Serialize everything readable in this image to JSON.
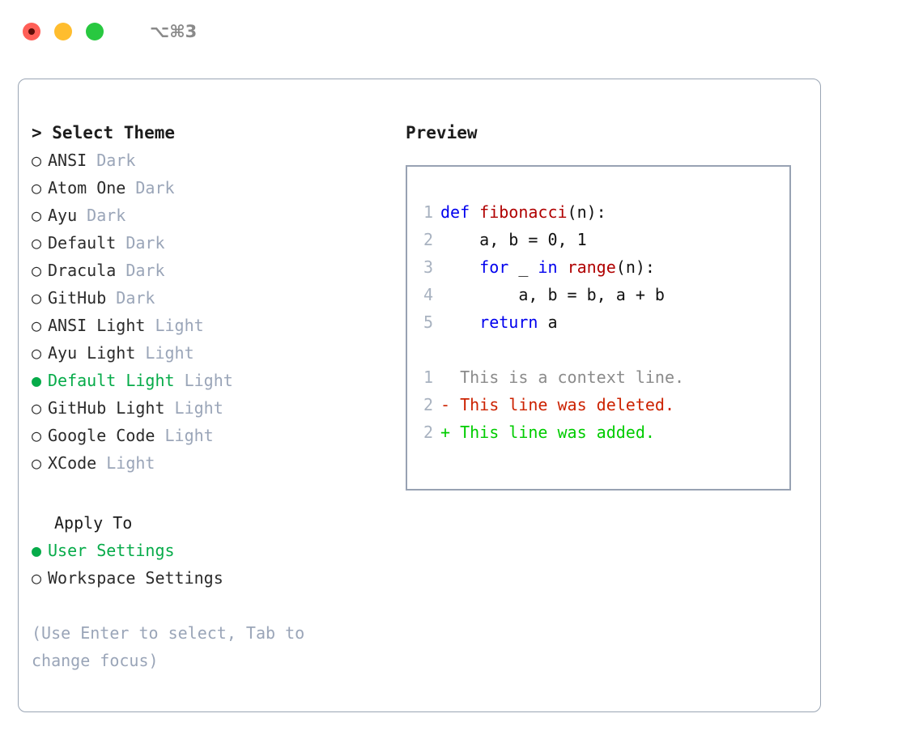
{
  "titlebar": {
    "shortcut": "⌥⌘3",
    "lights": [
      "close-red",
      "minimize-yellow",
      "zoom-green"
    ]
  },
  "theme_picker": {
    "heading": "> Select Theme",
    "options": [
      {
        "bullet": "○",
        "name": "ANSI",
        "tag": "Dark",
        "selected": false
      },
      {
        "bullet": "○",
        "name": "Atom One",
        "tag": "Dark",
        "selected": false
      },
      {
        "bullet": "○",
        "name": "Ayu",
        "tag": "Dark",
        "selected": false
      },
      {
        "bullet": "○",
        "name": "Default",
        "tag": "Dark",
        "selected": false
      },
      {
        "bullet": "○",
        "name": "Dracula",
        "tag": "Dark",
        "selected": false
      },
      {
        "bullet": "○",
        "name": "GitHub",
        "tag": "Dark",
        "selected": false
      },
      {
        "bullet": "○",
        "name": "ANSI Light",
        "tag": "Light",
        "selected": false
      },
      {
        "bullet": "○",
        "name": "Ayu Light",
        "tag": "Light",
        "selected": false
      },
      {
        "bullet": "●",
        "name": "Default Light",
        "tag": "Light",
        "selected": true
      },
      {
        "bullet": "○",
        "name": "GitHub Light",
        "tag": "Light",
        "selected": false
      },
      {
        "bullet": "○",
        "name": "Google Code",
        "tag": "Light",
        "selected": false
      },
      {
        "bullet": "○",
        "name": "XCode",
        "tag": "Light",
        "selected": false
      }
    ]
  },
  "apply_to": {
    "heading": "Apply To",
    "options": [
      {
        "bullet": "●",
        "label": "User Settings",
        "selected": true
      },
      {
        "bullet": "○",
        "label": "Workspace Settings",
        "selected": false
      }
    ]
  },
  "hint": "(Use Enter to select, Tab to change focus)",
  "preview": {
    "heading": "Preview",
    "code": [
      {
        "num": "1",
        "segments": [
          {
            "t": "def ",
            "c": "kw"
          },
          {
            "t": "fibonacci",
            "c": "fn"
          },
          {
            "t": "(n):",
            "c": "plain"
          }
        ]
      },
      {
        "num": "2",
        "segments": [
          {
            "t": "    a, b = 0, 1",
            "c": "plain"
          }
        ]
      },
      {
        "num": "3",
        "segments": [
          {
            "t": "    ",
            "c": "plain"
          },
          {
            "t": "for",
            "c": "kw"
          },
          {
            "t": " _ ",
            "c": "plain"
          },
          {
            "t": "in",
            "c": "kw"
          },
          {
            "t": " ",
            "c": "plain"
          },
          {
            "t": "range",
            "c": "fn"
          },
          {
            "t": "(n):",
            "c": "plain"
          }
        ]
      },
      {
        "num": "4",
        "segments": [
          {
            "t": "        a, b = b, a + b",
            "c": "plain"
          }
        ]
      },
      {
        "num": "5",
        "segments": [
          {
            "t": "    ",
            "c": "plain"
          },
          {
            "t": "return",
            "c": "kw"
          },
          {
            "t": " a",
            "c": "plain"
          }
        ]
      }
    ],
    "diff": [
      {
        "num": "1",
        "marker": "  ",
        "text": "This is a context line.",
        "kind": "diff-ctx"
      },
      {
        "num": "2",
        "marker": "- ",
        "text": "This line was deleted.",
        "kind": "diff-del"
      },
      {
        "num": "2",
        "marker": "+ ",
        "text": "This line was added.",
        "kind": "diff-add"
      }
    ]
  },
  "colors": {
    "selected_green": "#06ab49",
    "tag_gray": "#9aa5b8",
    "keyword_blue": "#0000ee",
    "function_red": "#b00000",
    "diff_added_green": "#00cc00",
    "diff_deleted_red": "#cc2200",
    "diff_context_gray": "#8b8b8b",
    "line_number_gray": "#a8b2c0",
    "panel_border": "#9aa5b4",
    "preview_border": "#98a2b3",
    "traffic_red": "#ff5f57",
    "traffic_yellow": "#ffbd2e",
    "traffic_green": "#28c840"
  }
}
